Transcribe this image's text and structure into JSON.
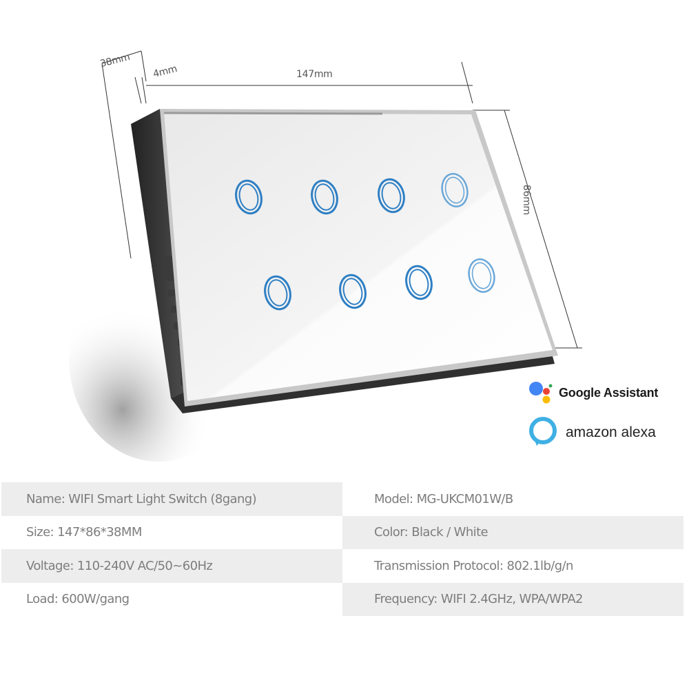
{
  "product_image": {
    "dimensions": {
      "depth": "38mm",
      "glass_thickness": "4mm",
      "width": "147mm",
      "height": "86mm"
    },
    "touch_buttons": {
      "count": 8,
      "rows": 2,
      "per_row": 4,
      "ring_color": "#2e7fc4"
    },
    "panel_color": "#f3f3f3",
    "frame_color": "#3a3a3a"
  },
  "assistants": [
    {
      "name": "Google Assistant",
      "icon": "google-assistant-icon",
      "colors": [
        "#4285f4",
        "#ea4335",
        "#fbbc05",
        "#34a853"
      ]
    },
    {
      "name": "amazon alexa",
      "icon": "alexa-ring-icon",
      "colors": [
        "#3fb0e4"
      ]
    }
  ],
  "specs": {
    "rows": [
      {
        "left": "Name: WIFI Smart Light Switch (8gang)",
        "right": "Model: MG-UKCM01W/B"
      },
      {
        "left": "Size: 147*86*38MM",
        "right": "Color: Black / White"
      },
      {
        "left": "Voltage: 110-240V AC/50~60Hz",
        "right": "Transmission Protocol: 802.1lb/g/n"
      },
      {
        "left": "Load: 600W/gang",
        "right": "Frequency: WIFI 2.4GHz, WPA/WPA2"
      }
    ]
  }
}
